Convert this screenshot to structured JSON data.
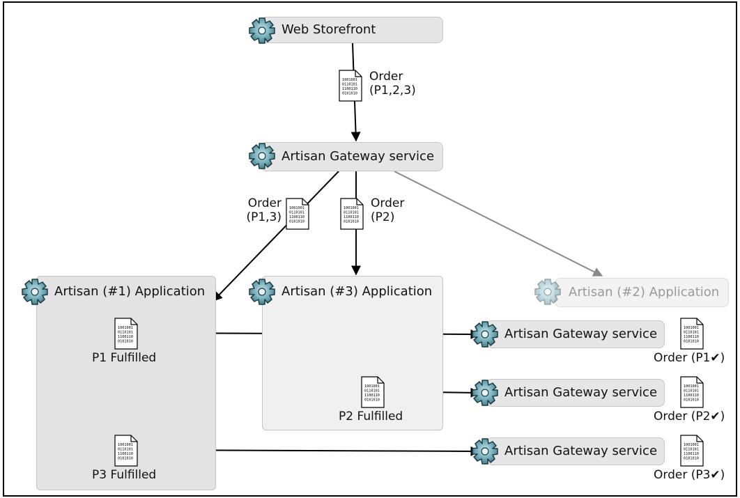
{
  "nodes": {
    "web_storefront": "Web Storefront",
    "gateway_top": "Artisan Gateway service",
    "app1": "Artisan (#1) Application",
    "app3": "Artisan (#3) Application",
    "app2": "Artisan (#2) Application",
    "gateway_r1": "Artisan Gateway service",
    "gateway_r2": "Artisan Gateway service",
    "gateway_r3": "Artisan Gateway service"
  },
  "documents": {
    "order_all": [
      "Order",
      "(P1,2,3)"
    ],
    "order_p13": [
      "Order",
      "(P1,3)"
    ],
    "order_p2": [
      "Order",
      "(P2)"
    ],
    "p1_fulfilled": "P1 Fulfilled",
    "p2_fulfilled": "P2 Fulfilled",
    "p3_fulfilled": "P3 Fulfilled",
    "order_p1_done": "Order (P1✔)",
    "order_p2_done": "Order (P2✔)",
    "order_p3_done": "Order (P3✔)",
    "binary_lines": [
      "1001001",
      "0110101",
      "1100110",
      "0101010"
    ]
  },
  "icons": {
    "service": "gear-cog-icon",
    "document": "binary-document-icon"
  },
  "colors": {
    "icon_fill": "#6fa9b6",
    "box_fill": "#e6e6e6",
    "faded_edge": "#8a8a8a"
  }
}
